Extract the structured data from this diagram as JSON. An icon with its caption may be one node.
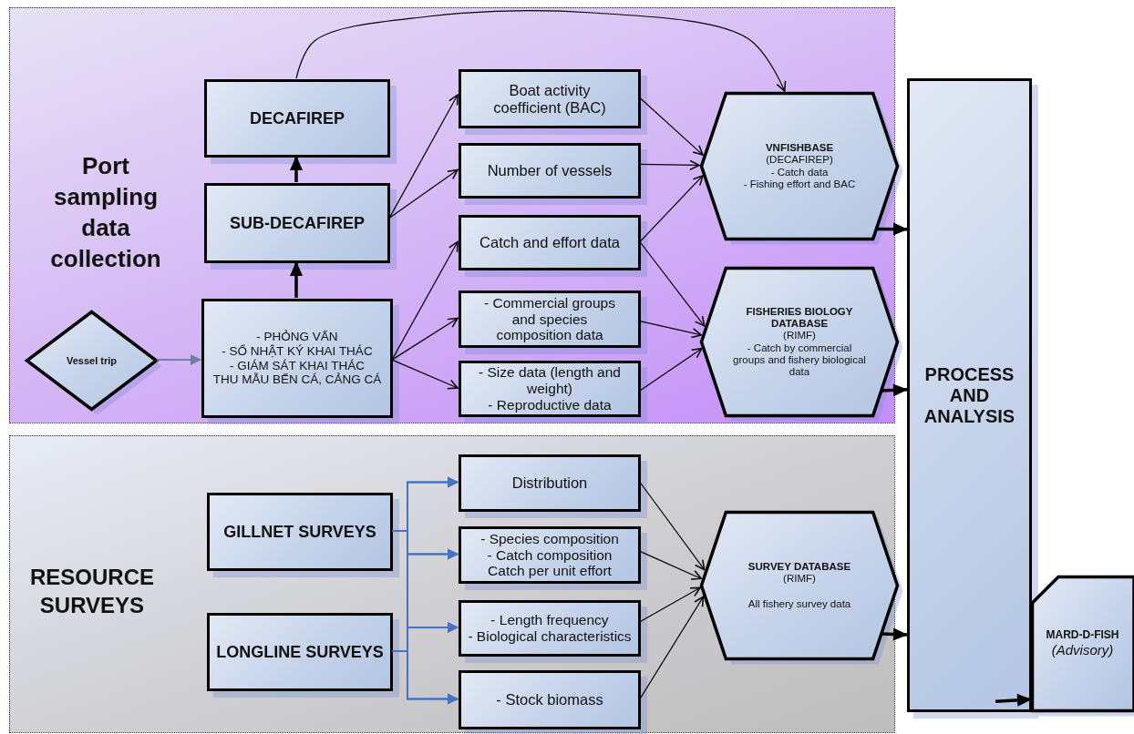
{
  "diagram": {
    "nodes": [
      {
        "text": [
          "Port sampling data collection"
        ]
      },
      {
        "text": [
          "DECAFIREP"
        ],
        "in": 0
      },
      {
        "text": [
          "SUB-DECAFIREP"
        ],
        "in": 0
      },
      {
        "text": [
          "Vessel trip"
        ],
        "in": 0
      },
      {
        "text": [
          "- PHỎNG VẤN",
          "- SỔ NHẬT KÝ KHAI THÁC",
          "- GIÁM SÁT KHAI THÁC",
          "THU MẪU BẾN CÁ, CẢNG CÁ"
        ],
        "in": 0
      },
      {
        "text": [
          "Boat activity coefficient (BAC)"
        ],
        "in": 0
      },
      {
        "text": [
          "Number of vessels"
        ],
        "in": 0
      },
      {
        "text": [
          "Catch and effort data"
        ],
        "in": 0
      },
      {
        "text": [
          "- Commercial groups and species composition data"
        ],
        "in": 0
      },
      {
        "text": [
          "- Size data (length and weight)",
          "- Reproductive data"
        ],
        "in": 0
      },
      {
        "text": [
          "VNFISHBASE",
          "(DECAFIREP)",
          "- Catch data",
          "- Fishing effort and BAC"
        ],
        "in": 0
      },
      {
        "text": [
          "FISHERIES BIOLOGY DATABASE",
          "(RIMF)",
          "- Catch by commercial groups and fishery biological data"
        ],
        "in": 0
      },
      {
        "text": [
          "RESOURCE SURVEYS"
        ]
      },
      {
        "text": [
          "GILLNET SURVEYS"
        ],
        "in": 12
      },
      {
        "text": [
          "LONGLINE SURVEYS"
        ],
        "in": 12
      },
      {
        "text": [
          "Distribution"
        ],
        "in": 12
      },
      {
        "text": [
          "- Species composition",
          "- Catch composition",
          "Catch per unit effort"
        ],
        "in": 12
      },
      {
        "text": [
          "- Length frequency",
          "- Biological characteristics"
        ],
        "in": 12
      },
      {
        "text": [
          "- Stock biomass"
        ],
        "in": 12
      },
      {
        "text": [
          "SURVEY DATABASE",
          "(RIMF)",
          "All fishery survey data"
        ],
        "in": 12
      },
      {
        "text": [
          "PROCESS AND ANALYSIS"
        ]
      },
      {
        "text": [
          "MARD-D-FISH",
          "(Advisory)"
        ]
      }
    ],
    "edges": [
      {
        "from": 3,
        "to": 4,
        "arrow": "to",
        "color": "#6f7fa0"
      },
      {
        "from": 4,
        "to": 2,
        "arrow": "to",
        "style": "thick"
      },
      {
        "from": 2,
        "to": 1,
        "arrow": "to",
        "style": "thick"
      },
      {
        "from": 1,
        "to": 10,
        "arrow": "to"
      },
      {
        "from": 2,
        "to": 5,
        "arrow": "to"
      },
      {
        "from": 2,
        "to": 6,
        "arrow": "to"
      },
      {
        "from": 4,
        "to": 7,
        "arrow": "to"
      },
      {
        "from": 4,
        "to": 8,
        "arrow": "to"
      },
      {
        "from": 4,
        "to": 9,
        "arrow": "to"
      },
      {
        "from": 5,
        "to": 10,
        "arrow": "to"
      },
      {
        "from": 6,
        "to": 10,
        "arrow": "to"
      },
      {
        "from": 7,
        "to": 10,
        "arrow": "to"
      },
      {
        "from": 7,
        "to": 11,
        "arrow": "to"
      },
      {
        "from": 8,
        "to": 11,
        "arrow": "to"
      },
      {
        "from": 9,
        "to": 11,
        "arrow": "to"
      },
      {
        "from": 10,
        "to": 20,
        "arrow": "to",
        "style": "thick"
      },
      {
        "from": 11,
        "to": 20,
        "arrow": "to",
        "style": "thick"
      },
      {
        "from": 13,
        "to": 15,
        "arrow": "to",
        "color": "#4472c4"
      },
      {
        "from": 13,
        "to": 16,
        "arrow": "to",
        "color": "#4472c4"
      },
      {
        "from": 13,
        "to": 17,
        "arrow": "to",
        "color": "#4472c4"
      },
      {
        "from": 13,
        "to": 18,
        "arrow": "to",
        "color": "#4472c4"
      },
      {
        "from": 14,
        "to": 15,
        "arrow": "to",
        "color": "#4472c4"
      },
      {
        "from": 14,
        "to": 16,
        "arrow": "to",
        "color": "#4472c4"
      },
      {
        "from": 14,
        "to": 17,
        "arrow": "to",
        "color": "#4472c4"
      },
      {
        "from": 14,
        "to": 18,
        "arrow": "to",
        "color": "#4472c4"
      },
      {
        "from": 15,
        "to": 19,
        "arrow": "to"
      },
      {
        "from": 16,
        "to": 19,
        "arrow": "to"
      },
      {
        "from": 17,
        "to": 19,
        "arrow": "to"
      },
      {
        "from": 18,
        "to": 19,
        "arrow": "to"
      },
      {
        "from": 19,
        "to": 20,
        "arrow": "to",
        "style": "thick"
      },
      {
        "from": 20,
        "to": 21,
        "arrow": "to",
        "style": "thick"
      }
    ]
  }
}
